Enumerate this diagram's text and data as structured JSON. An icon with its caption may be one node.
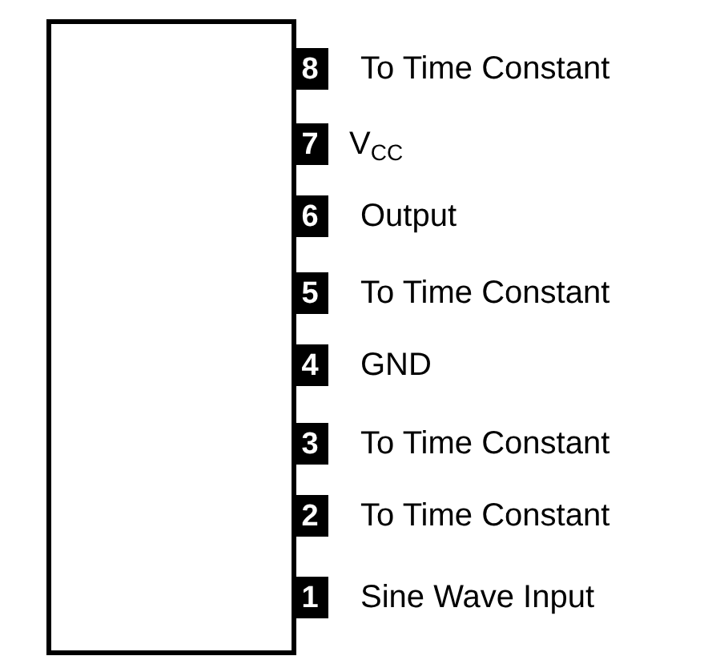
{
  "diagram": {
    "nodes": [
      {
        "text": [],
        "shape": "box"
      },
      {
        "text": [
          "8"
        ],
        "beside": [
          "To Time Constant"
        ]
      },
      {
        "text": [
          "7"
        ],
        "beside": [
          "V$_{CC}$"
        ]
      },
      {
        "text": [
          "6"
        ],
        "beside": [
          "Output"
        ]
      },
      {
        "text": [
          "5"
        ],
        "beside": [
          "To Time Constant"
        ]
      },
      {
        "text": [
          "4"
        ],
        "beside": [
          "GND"
        ]
      },
      {
        "text": [
          "3"
        ],
        "beside": [
          "To Time Constant"
        ]
      },
      {
        "text": [
          "2"
        ],
        "beside": [
          "To Time Constant"
        ]
      },
      {
        "text": [
          "1"
        ],
        "beside": [
          "Sine Wave Input"
        ]
      }
    ]
  }
}
